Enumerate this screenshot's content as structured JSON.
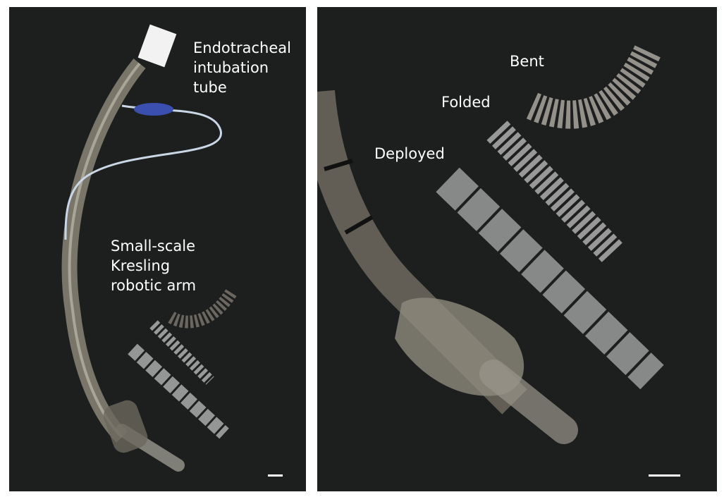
{
  "left_panel": {
    "tube_label": "Endotracheal\nintubation\ntube",
    "arm_label": "Small-scale\nKresling\nrobotic arm"
  },
  "right_panel": {
    "bent_label": "Bent",
    "folded_label": "Folded",
    "deployed_label": "Deployed"
  },
  "colors": {
    "background": "#1d1f1e",
    "label_text": "#ffffff",
    "pilot_balloon": "#3a4fb0"
  }
}
